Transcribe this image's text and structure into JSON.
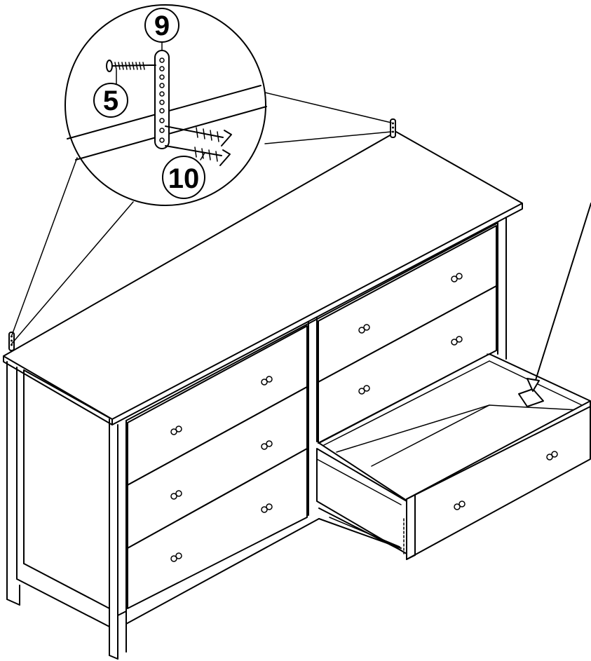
{
  "diagram": {
    "callouts": [
      {
        "id": "part-9",
        "label": "9"
      },
      {
        "id": "part-5",
        "label": "5"
      },
      {
        "id": "part-10",
        "label": "10"
      }
    ],
    "drawer_count": 6,
    "open_drawer": "bottom-right",
    "icons": [
      "screw-icon",
      "anti-tip-strap-icon",
      "wall-anchor-icon",
      "knob-icon",
      "label-icon"
    ],
    "line_color": "#000000",
    "background": "#ffffff"
  }
}
